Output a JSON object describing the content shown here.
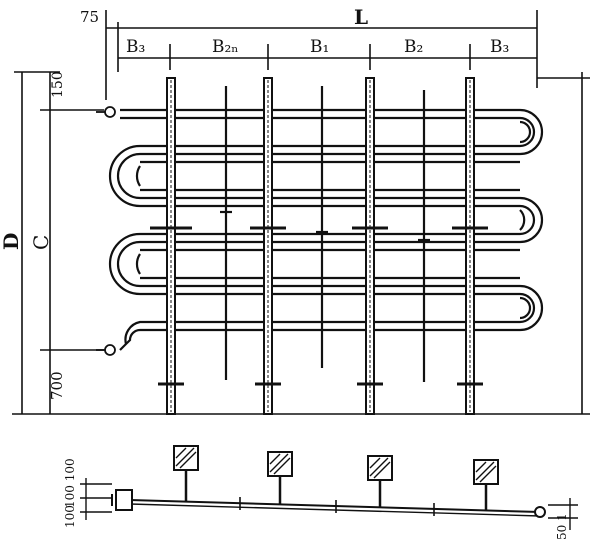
{
  "labels": {
    "dim_top_offset": "75",
    "dim_overall_length": "L",
    "dim_b3": "B₃",
    "dim_b2n": "B₂ₙ",
    "dim_b1": "B₁",
    "dim_b2": "B₂",
    "dim_b3_right": "B₃",
    "dim_top_margin": "150",
    "dim_overall_height": "D",
    "dim_coil_height": "C",
    "dim_bottom_height": "700",
    "dim_side_upper": "100 100",
    "dim_side_lower": "100",
    "dim_right_bottom": "50 1"
  }
}
